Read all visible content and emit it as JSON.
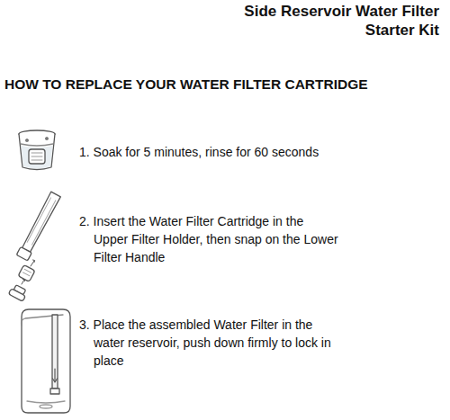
{
  "diagram": {
    "title": "Side Reservoir Water Filter Starter Kit",
    "labels": [
      "HOW TO REPLACE YOUR WATER FILTER CARTRIDGE",
      "1. Soak for 5 minutes, rinse for 60 seconds",
      "2. Insert the Water Filter Cartridge in the Upper Filter Holder, then snap on the Lower Filter Handle",
      "3. Place the assembled Water Filter in the water reservoir, push down firmly to lock in place"
    ]
  }
}
